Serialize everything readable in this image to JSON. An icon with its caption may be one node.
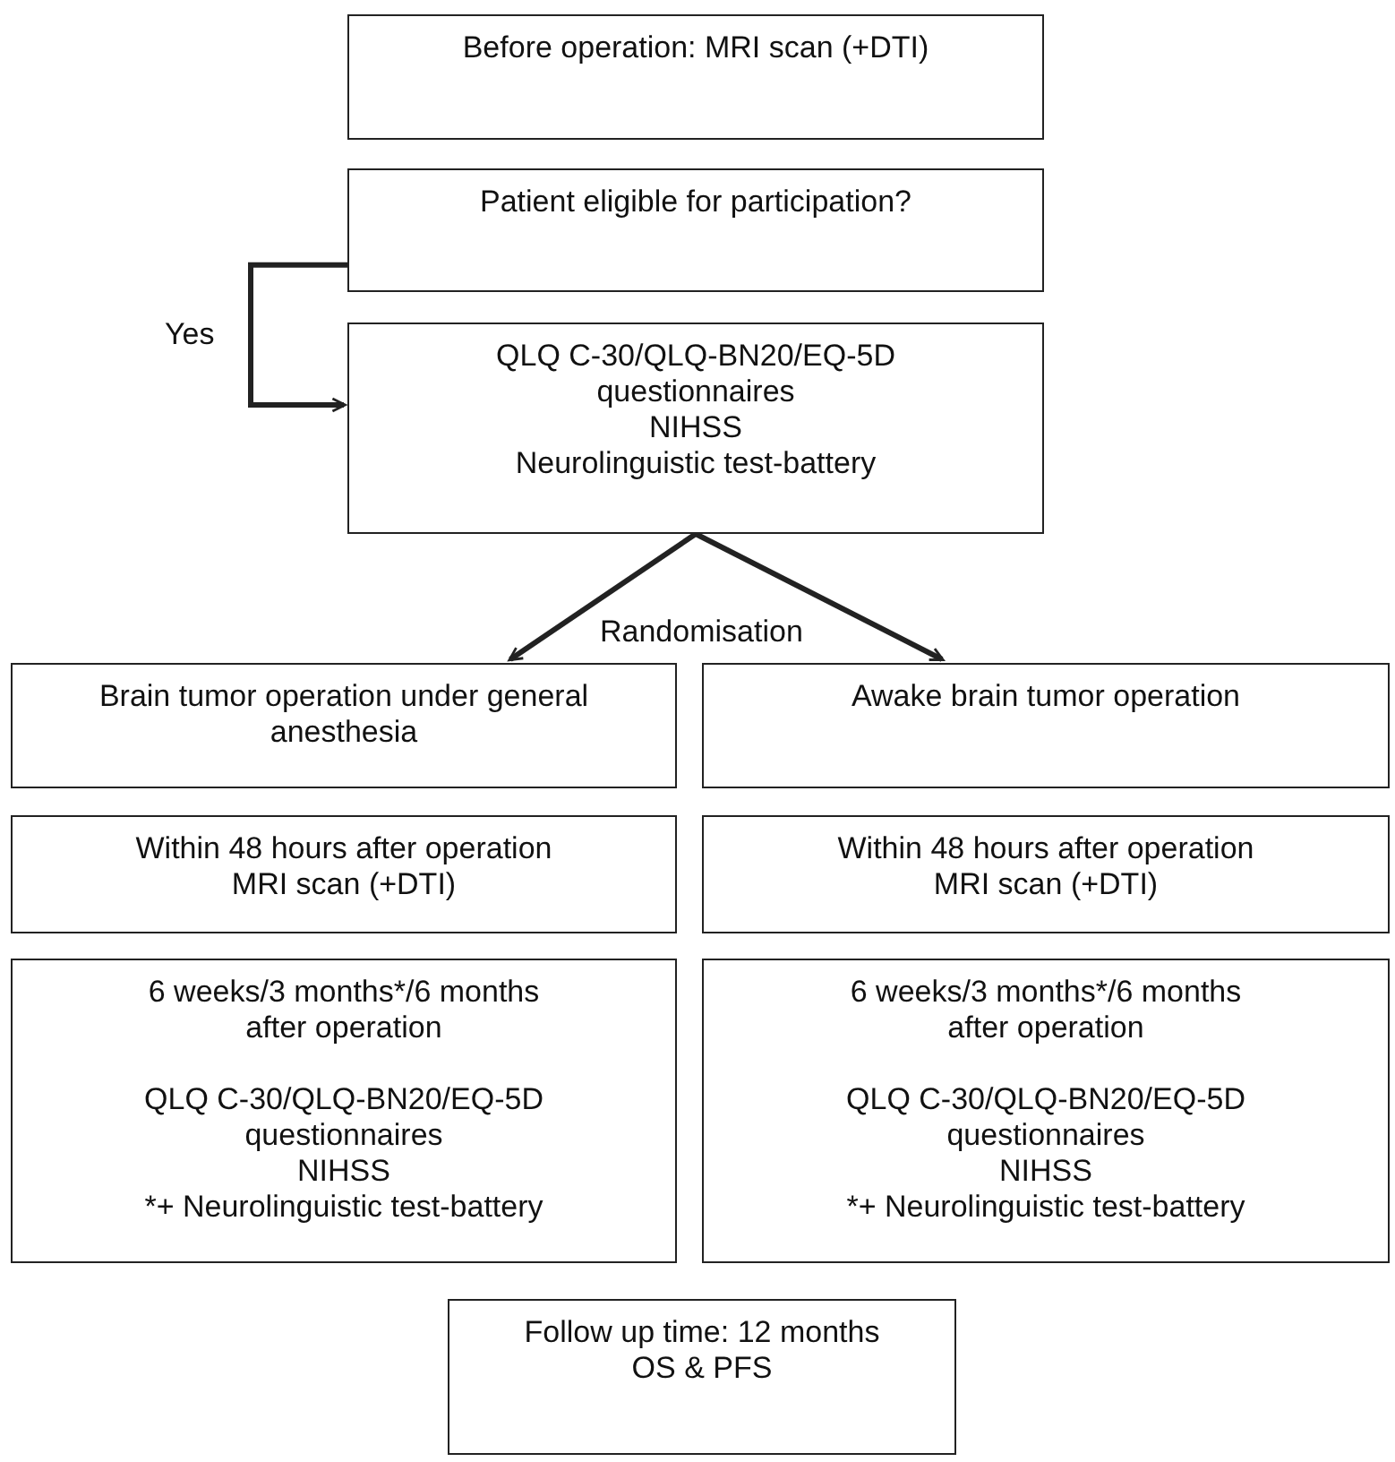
{
  "diagram": {
    "nodes": [
      {
        "text": [
          "Before operation: MRI scan (+DTI)"
        ]
      },
      {
        "text": [
          "Patient eligible for participation?"
        ]
      },
      {
        "text": [
          "QLQ C-30/QLQ-BN20/EQ-5D questionnaires",
          "NIHSS",
          "Neurolinguistic test-battery"
        ]
      },
      {
        "text": [
          "Brain tumor operation under general anesthesia"
        ]
      },
      {
        "text": [
          "Awake brain tumor operation"
        ]
      },
      {
        "text": [
          "Within 48 hours after operation",
          "MRI scan (+DTI)"
        ]
      },
      {
        "text": [
          "Within 48 hours after operation",
          "MRI scan (+DTI)"
        ]
      },
      {
        "text": [
          "6 weeks/3 months*/6 months after operation",
          "QLQ C-30/QLQ-BN20/EQ-5D questionnaires",
          "NIHSS",
          "*+ Neurolinguistic test-battery"
        ]
      },
      {
        "text": [
          "6 weeks/3 months*/6 months after operation",
          "QLQ C-30/QLQ-BN20/EQ-5D questionnaires",
          "NIHSS",
          "*+ Neurolinguistic test-battery"
        ]
      },
      {
        "text": [
          "Follow up time: 12 months",
          "OS & PFS"
        ]
      }
    ],
    "edges": [
      {
        "from": 1,
        "to": 2,
        "arrow": "to",
        "label": "Yes"
      },
      {
        "from": 2,
        "to": 3,
        "arrow": "to"
      },
      {
        "from": 2,
        "to": 4,
        "arrow": "to"
      }
    ],
    "labels": [
      "Randomisation"
    ]
  }
}
